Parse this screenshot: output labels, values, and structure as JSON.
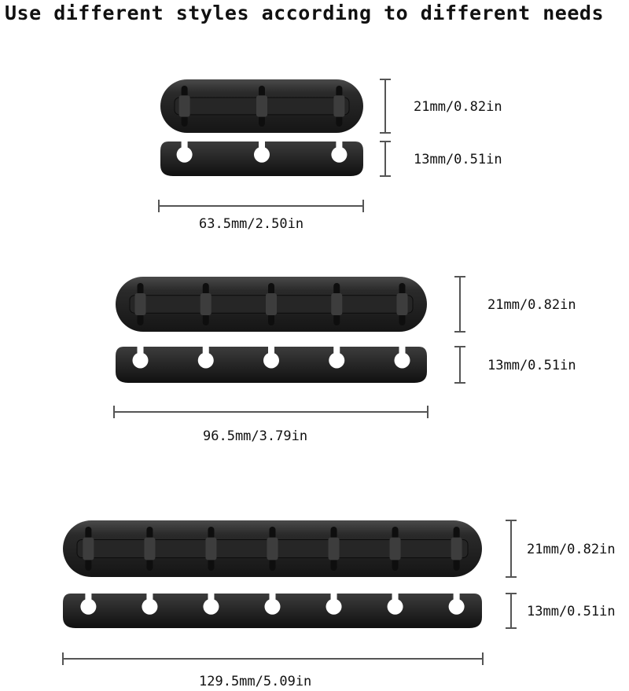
{
  "title": "Use different styles according to different needs",
  "products": [
    {
      "name": "3-slot",
      "slots": 3,
      "top_height_label": "21mm/0.82in",
      "side_height_label": "13mm/0.51in",
      "width_label": "63.5mm/2.50in"
    },
    {
      "name": "5-slot",
      "slots": 5,
      "top_height_label": "21mm/0.82in",
      "side_height_label": "13mm/0.51in",
      "width_label": "96.5mm/3.79in"
    },
    {
      "name": "7-slot",
      "slots": 7,
      "top_height_label": "21mm/0.82in",
      "side_height_label": "13mm/0.51in",
      "width_label": "129.5mm/5.09in"
    }
  ],
  "colors": {
    "product": "#1c1c1c",
    "product_highlight": "#3a3a3a",
    "dimension_line": "#555555",
    "background": "#ffffff"
  }
}
